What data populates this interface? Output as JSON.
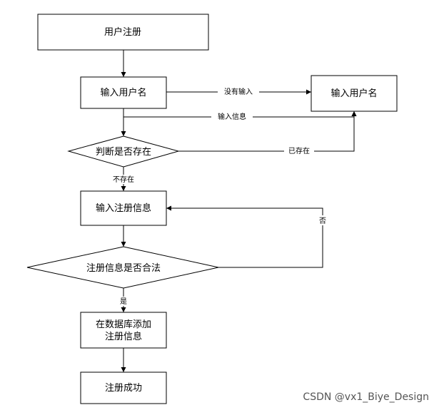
{
  "nodes": {
    "register": "用户注册",
    "input_username": "输入用户名",
    "input_username_2": "输入用户名",
    "check_exists": "判断是否存在",
    "input_info": "输入注册信息",
    "check_valid": "注册信息是否合法",
    "db_add_line1": "在数据库添加",
    "db_add_line2": "注册信息",
    "success": "注册成功"
  },
  "edges": {
    "no_input": "没有输入",
    "input_info": "输入信息",
    "exists": "已存在",
    "not_exists": "不存在",
    "no": "否",
    "yes": "是"
  },
  "watermark": "CSDN @vx1_Biye_Design"
}
